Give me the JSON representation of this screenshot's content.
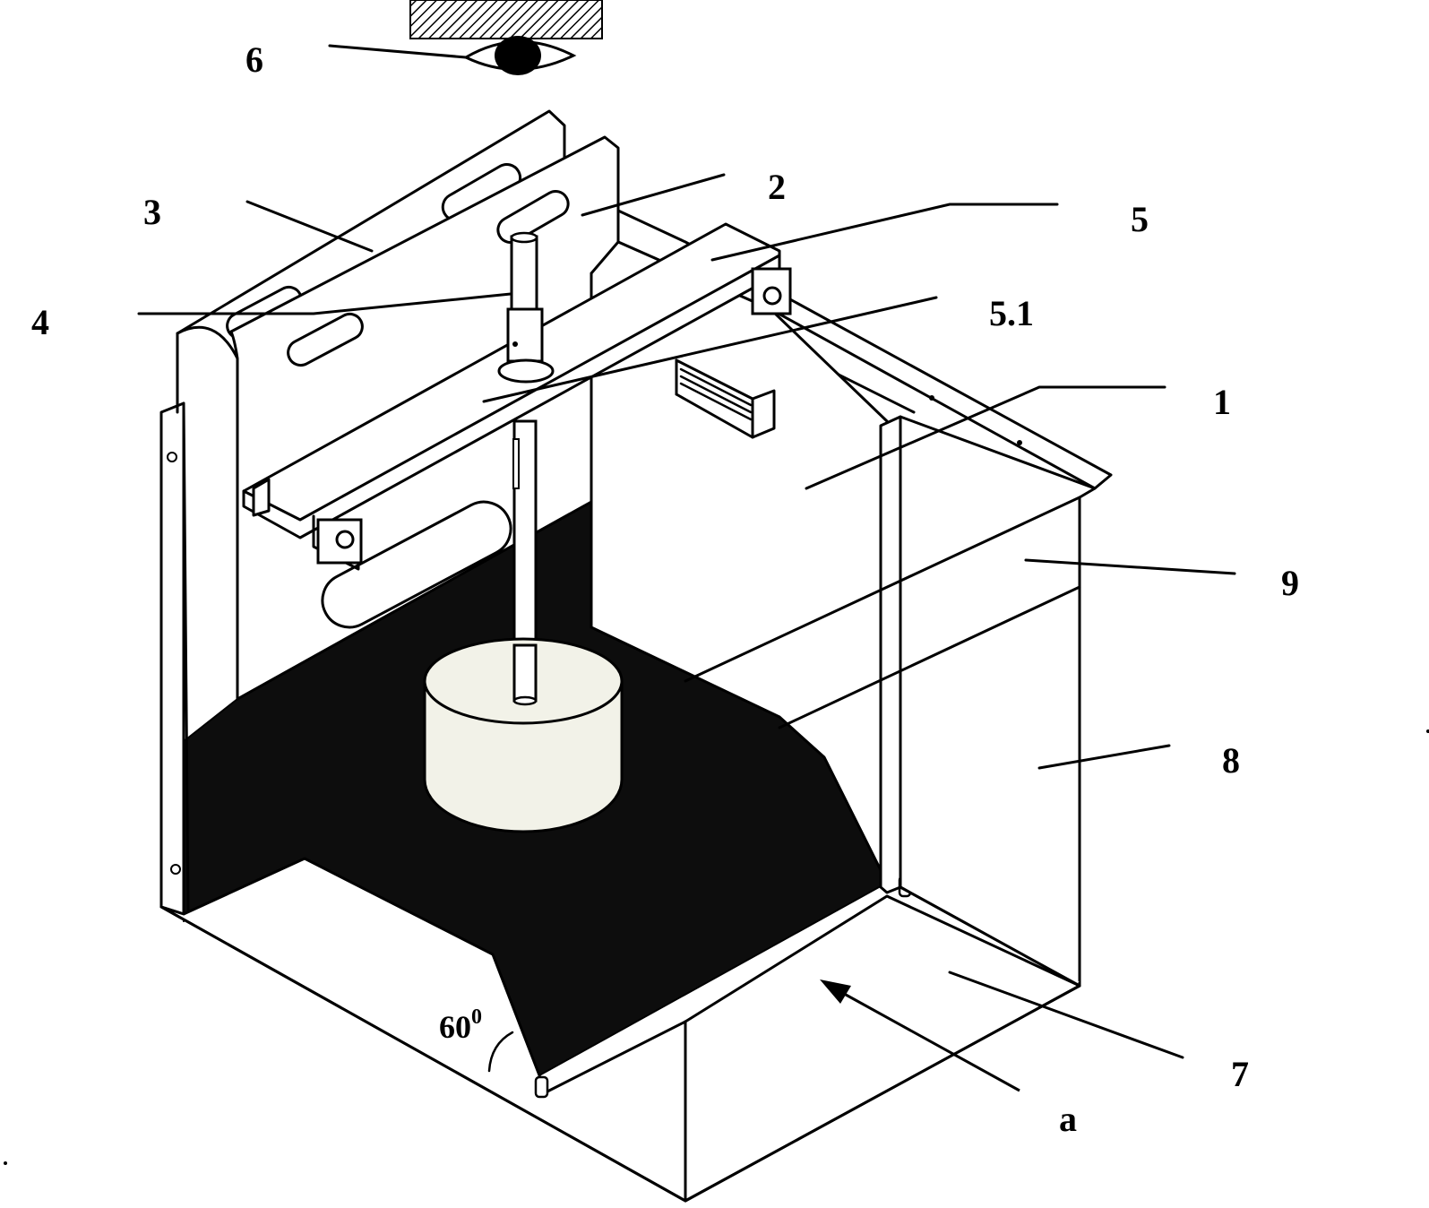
{
  "figure": {
    "labels": {
      "l1": "1",
      "l2": "2",
      "l3": "3",
      "l4": "4",
      "l5": "5",
      "l51": "5.1",
      "l6": "6",
      "l7": "7",
      "l8": "8",
      "l9": "9",
      "la": "a"
    },
    "angle": {
      "value": "60",
      "unit": "0"
    }
  }
}
